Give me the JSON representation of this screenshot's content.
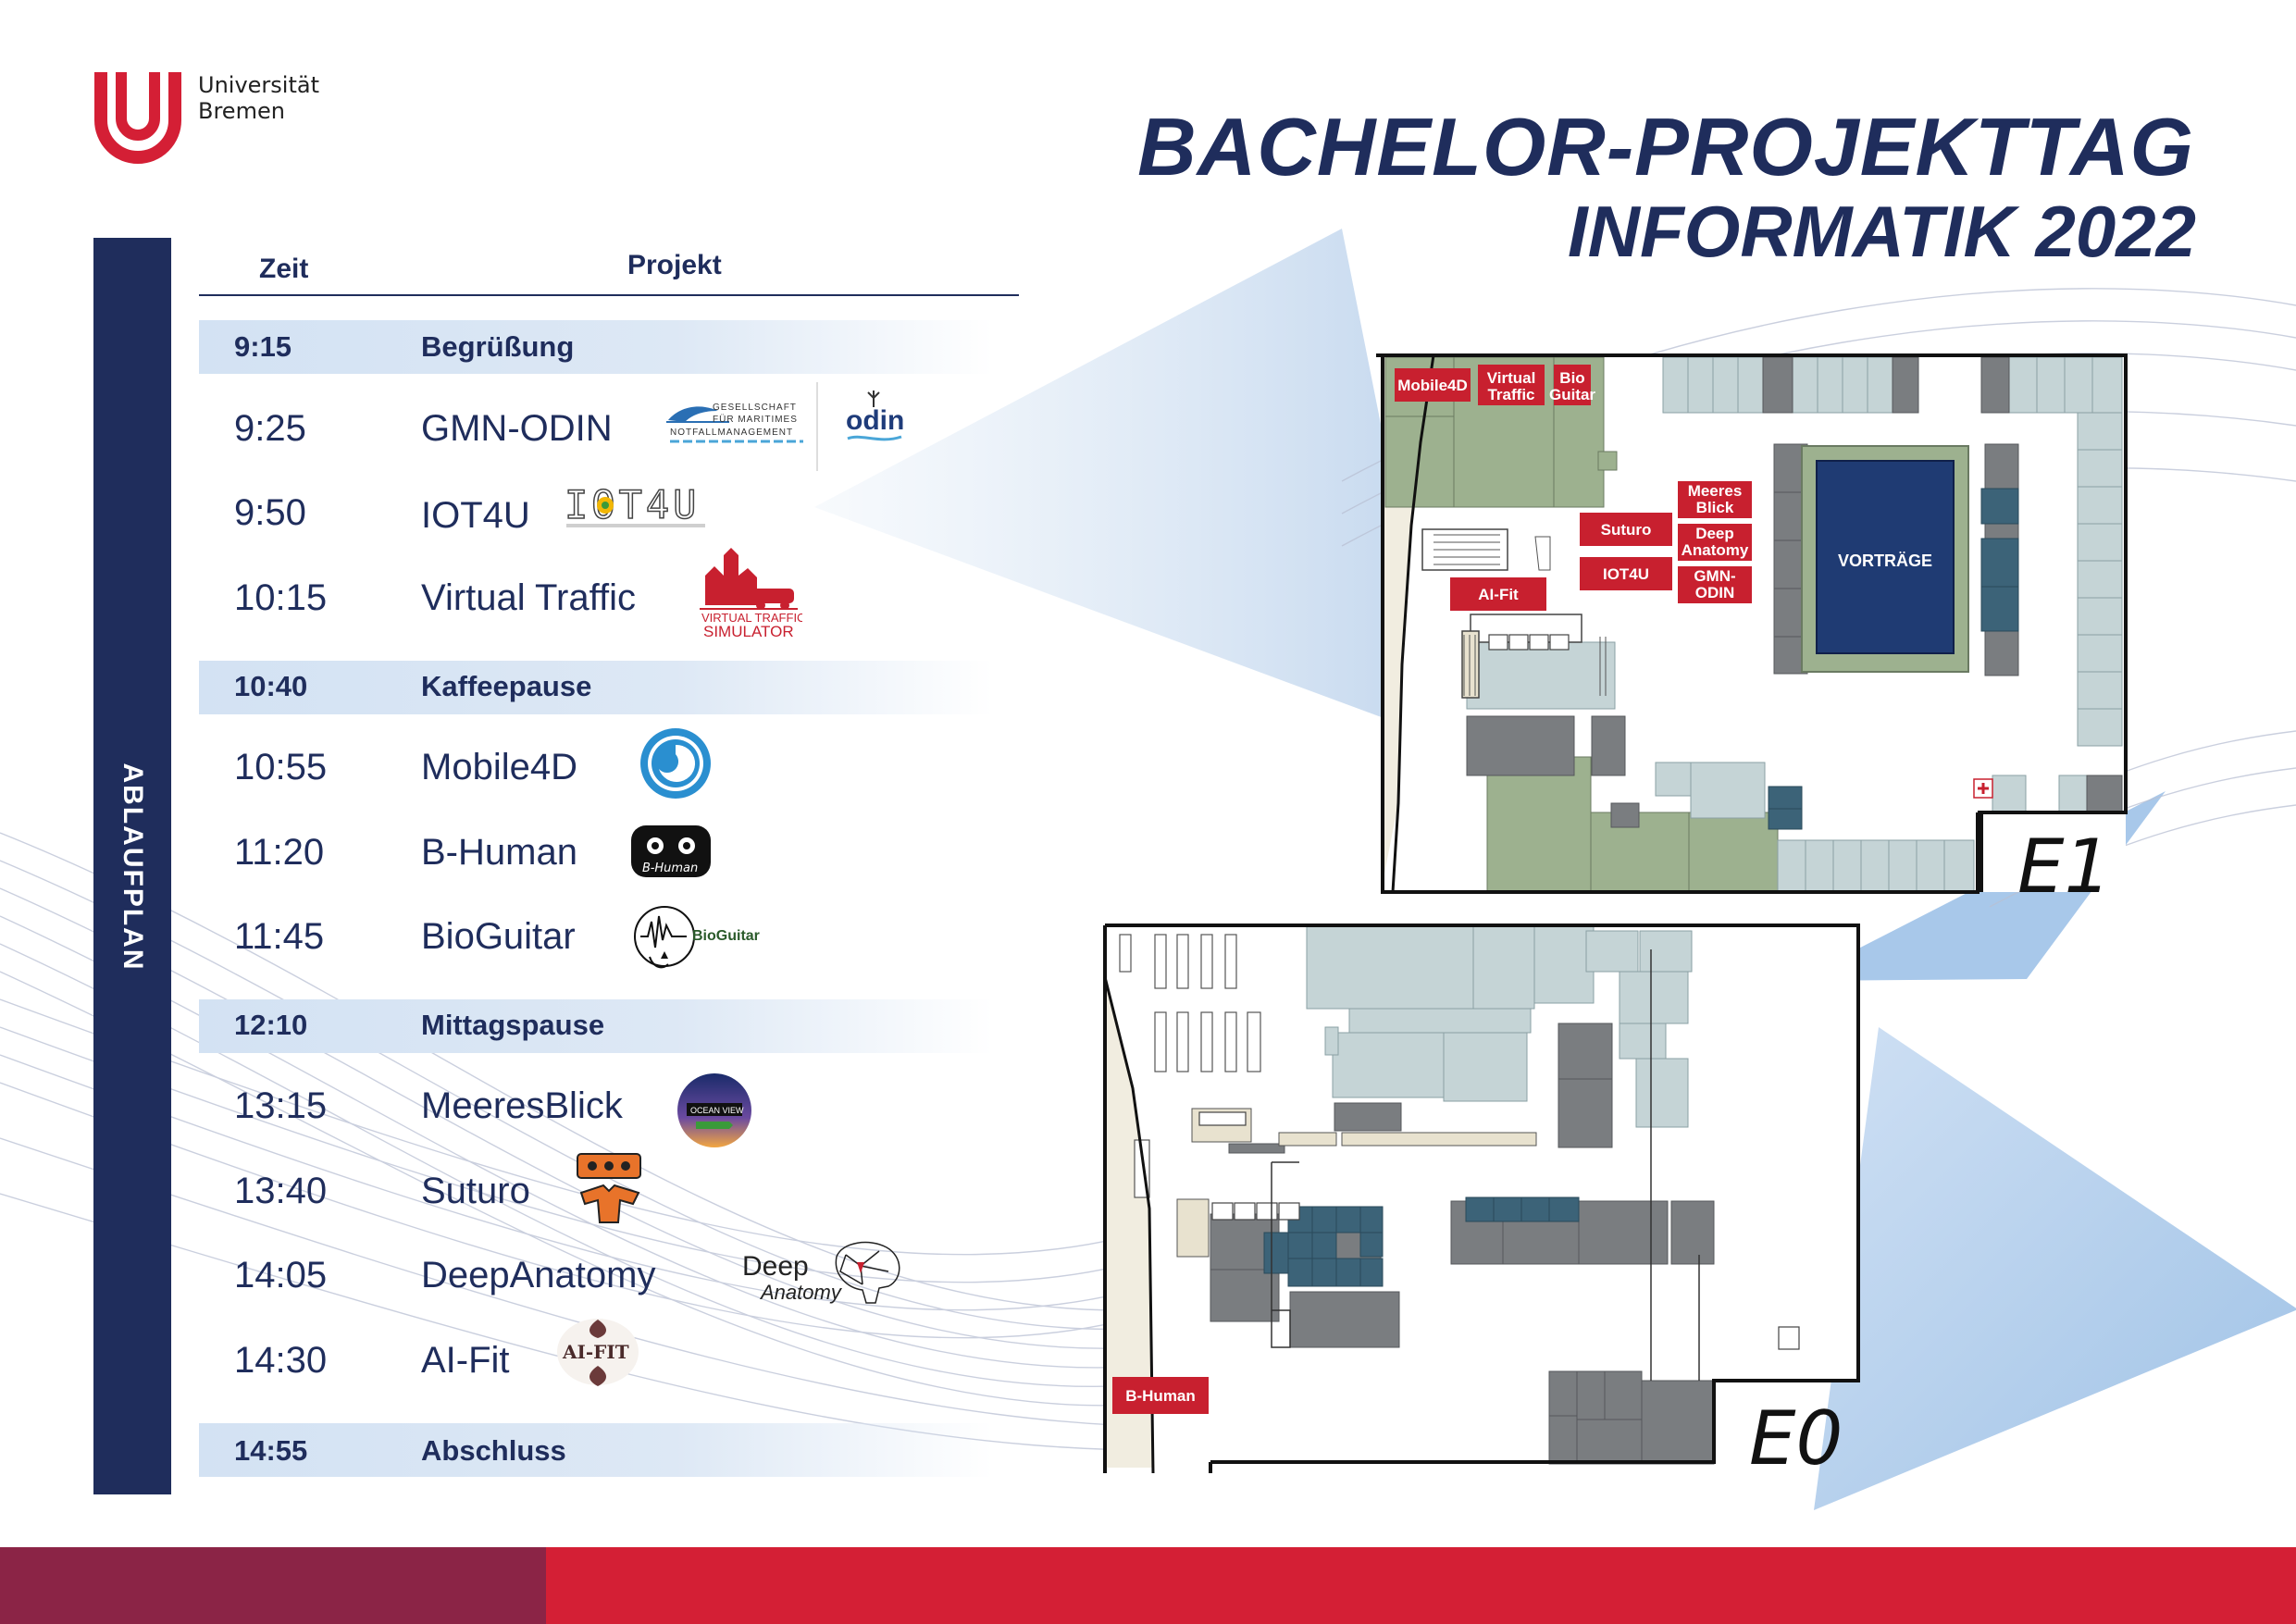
{
  "logo": {
    "line1": "Universität",
    "line2": "Bremen"
  },
  "title": {
    "line1": "BACHELOR-PROJEKTTAG",
    "line2": "INFORMATIK 2022"
  },
  "sidebar_label": "ABLAUFPLAN",
  "schedule": {
    "col_time": "Zeit",
    "col_project": "Projekt",
    "entries": [
      {
        "time": "9:15",
        "title": "Begrüßung",
        "kind": "band"
      },
      {
        "time": "9:25",
        "title": "GMN-ODIN",
        "kind": "project"
      },
      {
        "time": "9:50",
        "title": "IOT4U",
        "kind": "project"
      },
      {
        "time": "10:15",
        "title": "Virtual Traffic",
        "kind": "project"
      },
      {
        "time": "10:40",
        "title": "Kaffeepause",
        "kind": "band"
      },
      {
        "time": "10:55",
        "title": "Mobile4D",
        "kind": "project"
      },
      {
        "time": "11:20",
        "title": "B-Human",
        "kind": "project"
      },
      {
        "time": "11:45",
        "title": "BioGuitar",
        "kind": "project"
      },
      {
        "time": "12:10",
        "title": "Mittagspause",
        "kind": "band"
      },
      {
        "time": "13:15",
        "title": "MeeresBlick",
        "kind": "project"
      },
      {
        "time": "13:40",
        "title": "Suturo",
        "kind": "project"
      },
      {
        "time": "14:05",
        "title": "DeepAnatomy",
        "kind": "project"
      },
      {
        "time": "14:30",
        "title": "AI-Fit",
        "kind": "project"
      },
      {
        "time": "14:55",
        "title": "Abschluss",
        "kind": "band"
      }
    ]
  },
  "logos": {
    "gmn_line1": "GESELLSCHAFT",
    "gmn_line2": "FÜR MARITIMES",
    "gmn_line3": "NOTFALLMANAGEMENT",
    "odin": "odin",
    "iot4u": "IOT4U",
    "vt_line1": "VIRTUAL TRAFFIC",
    "vt_line2": "SIMULATOR",
    "bhuman": "B-Human",
    "bioguitar": "BioGuitar",
    "oceanview": "OCEAN VIEW",
    "deep_line1": "Deep",
    "deep_line2": "Anatomy",
    "aifit": "AI-FIT"
  },
  "floor_e1": {
    "label": "E1",
    "rooms": {
      "mobile4d": "Mobile4D",
      "virtual_traffic": [
        "Virtual",
        "Traffic"
      ],
      "bio_guitar": [
        "Bio",
        "Guitar"
      ],
      "meeres_blick": [
        "Meeres",
        "Blick"
      ],
      "suturo": "Suturo",
      "deep_anatomy": [
        "Deep",
        "Anatomy"
      ],
      "iot4u": "IOT4U",
      "gmn_odin": [
        "GMN-",
        "ODIN"
      ],
      "ai_fit": "AI-Fit",
      "vortraege": "VORTRÄGE"
    }
  },
  "floor_e0": {
    "label": "E0",
    "rooms": {
      "b_human": "B-Human"
    }
  },
  "colors": {
    "navy": "#1f2d5c",
    "room_red": "#c8202f",
    "bar_maroon": "#8b2446",
    "bar_red": "#d41f35",
    "band_blue": "#d3e2f3",
    "room_green": "#9db18f",
    "room_gray": "#7a7d80",
    "room_light": "#c5d4d6",
    "room_teal": "#3c6378"
  }
}
